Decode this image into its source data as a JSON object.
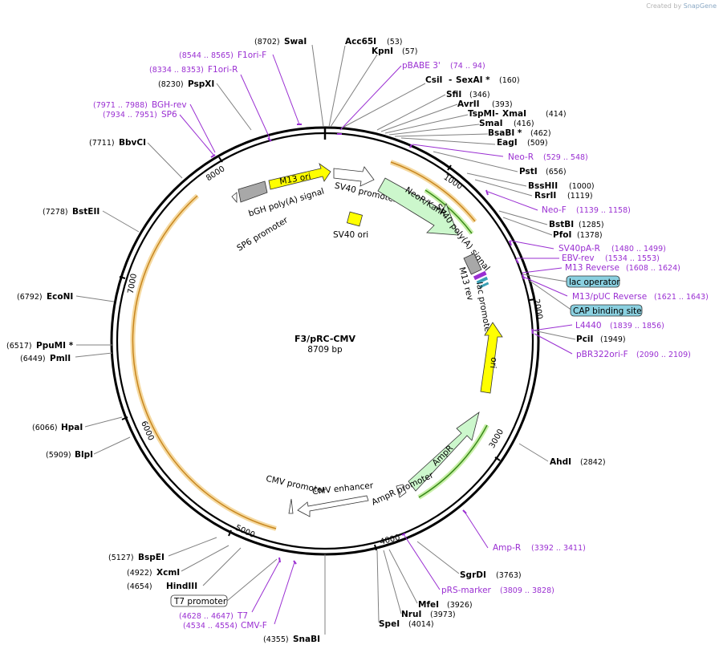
{
  "watermark": {
    "prefix": "Created by",
    "brand": "SnapGene"
  },
  "map": {
    "name": "F3/pRC-CMV",
    "length": "8709 bp"
  },
  "ticks": [
    "1000",
    "2000",
    "3000",
    "4000",
    "5000",
    "6000",
    "7000",
    "8000"
  ],
  "enzymes": [
    {
      "name": "SwaI",
      "pos": "(8702)"
    },
    {
      "name": "Acc65I",
      "pos": "(53)"
    },
    {
      "name": "KpnI",
      "pos": "(57)"
    },
    {
      "name": "CsiI",
      "sep": " - ",
      "name2": "SexAI *",
      "pos": "(160)"
    },
    {
      "name": "SfiI",
      "pos": "(346)"
    },
    {
      "name": "AvrII",
      "pos": "(393)"
    },
    {
      "name": "TspMI",
      "sep": " - ",
      "name2": "XmaI",
      "pos": "(414)"
    },
    {
      "name": "SmaI",
      "pos": "(416)"
    },
    {
      "name": "BsaBI *",
      "pos": "(462)"
    },
    {
      "name": "EagI",
      "pos": "(509)"
    },
    {
      "name": "PstI",
      "pos": "(656)"
    },
    {
      "name": "BssHII",
      "pos": "(1000)"
    },
    {
      "name": "RsrII",
      "pos": "(1119)"
    },
    {
      "name": "BstBI",
      "pos": "(1285)"
    },
    {
      "name": "PfoI",
      "pos": "(1378)"
    },
    {
      "name": "PciI",
      "pos": "(1949)"
    },
    {
      "name": "AhdI",
      "pos": "(2842)"
    },
    {
      "name": "SgrDI",
      "pos": "(3763)"
    },
    {
      "name": "MfeI",
      "pos": "(3926)"
    },
    {
      "name": "NruI",
      "pos": "(3973)"
    },
    {
      "name": "SpeI",
      "pos": "(4014)"
    },
    {
      "name": "SnaBI",
      "pos": "(4355)"
    },
    {
      "name": "HindIII",
      "pos": "(4654)"
    },
    {
      "name": "XcmI",
      "pos": "(4922)"
    },
    {
      "name": "BspEI",
      "pos": "(5127)"
    },
    {
      "name": "BlpI",
      "pos": "(5909)"
    },
    {
      "name": "HpaI",
      "pos": "(6066)"
    },
    {
      "name": "PmlI",
      "pos": "(6449)"
    },
    {
      "name": "PpuMI *",
      "pos": "(6517)"
    },
    {
      "name": "EcoNI",
      "pos": "(6792)"
    },
    {
      "name": "BstEII",
      "pos": "(7278)"
    },
    {
      "name": "BbvCI",
      "pos": "(7711)"
    },
    {
      "name": "PspXI",
      "pos": "(8230)"
    }
  ],
  "primers": [
    {
      "name": "pBABE 3'",
      "range": "(74 .. 94)"
    },
    {
      "name": "Neo-R",
      "range": "(529 .. 548)"
    },
    {
      "name": "Neo-F",
      "range": "(1139 .. 1158)"
    },
    {
      "name": "SV40pA-R",
      "range": "(1480 .. 1499)"
    },
    {
      "name": "EBV-rev",
      "range": "(1534 .. 1553)"
    },
    {
      "name": "M13 Reverse",
      "range": "(1608 .. 1624)"
    },
    {
      "name": "M13/pUC Reverse",
      "range": "(1621 .. 1643)"
    },
    {
      "name": "L4440",
      "range": "(1839 .. 1856)"
    },
    {
      "name": "pBR322ori-F",
      "range": "(2090 .. 2109)"
    },
    {
      "name": "Amp-R",
      "range": "(3392 .. 3411)"
    },
    {
      "name": "pRS-marker",
      "range": "(3809 .. 3828)"
    },
    {
      "name": "T7",
      "range": "(4628 .. 4647)"
    },
    {
      "name": "CMV-F",
      "range": "(4534 .. 4554)"
    },
    {
      "name": "SP6",
      "range": "(7934 .. 7951)"
    },
    {
      "name": "BGH-rev",
      "range": "(7971 .. 7988)"
    },
    {
      "name": "F1ori-R",
      "range": "(8334 .. 8353)"
    },
    {
      "name": "F1ori-F",
      "range": "(8544 .. 8565)"
    }
  ],
  "boxed": [
    {
      "name": "lac operator"
    },
    {
      "name": "CAP binding site"
    },
    {
      "name": "T7 promoter"
    }
  ],
  "features": {
    "m13ori": "M13 ori",
    "bgh": "bGH poly(A) signal",
    "sp6prom": "SP6 promoter",
    "sv40prom": "SV40 promoter",
    "sv40ori": "SV40 ori",
    "neo": "NeoR/KanR",
    "sv40pa": "SV40 poly(A) signal",
    "m13rev": "M13 rev",
    "lacprom": "lac promoter",
    "ori": "ori",
    "amppromoter": "AmpR promoter",
    "ampr": "AmpR",
    "cmvenh": "CMV enhancer",
    "cmvprom": "CMV promoter"
  },
  "colors": {
    "primer": "#9a2fd2",
    "yellow": "#ffff00",
    "green": "#ccf7cc",
    "gray": "#a8a8a8",
    "orf": "#e8a74a",
    "boxed": "#8ad0e0"
  }
}
